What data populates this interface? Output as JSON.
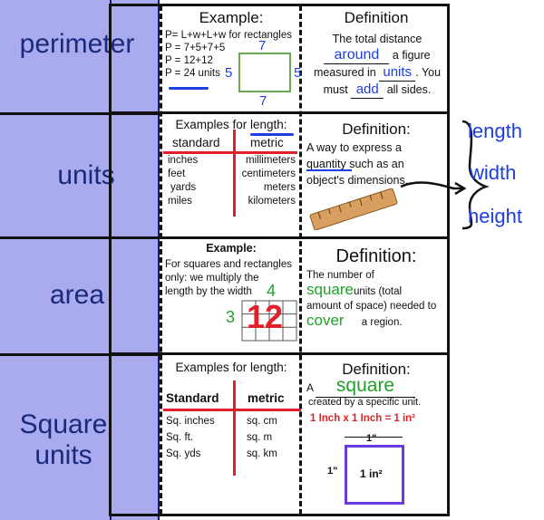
{
  "terms": [
    "perimeter",
    "units",
    "area",
    "Square units"
  ],
  "perimeter": {
    "example_title": "Example:",
    "formula_lines": [
      "P= L+w+L+w for rectangles",
      "P = 7+5+7+5",
      "P = 12+12",
      "P = 24 units"
    ],
    "rect_labels": {
      "top": "7",
      "bottom": "7",
      "left": "5",
      "right": "5"
    },
    "definition_title": "Definition",
    "definition_parts": [
      "The total distance",
      "a figure",
      "measured in",
      ". You",
      "must",
      "all sides."
    ],
    "hand_words": [
      "around",
      "units",
      "add"
    ]
  },
  "units": {
    "example_title": "Examples for length:",
    "headers": [
      "standard",
      "metric"
    ],
    "standard": [
      "inches",
      "feet",
      "yards",
      "miles"
    ],
    "metric": [
      "millimeters",
      "centimeters",
      "meters",
      "kilometers"
    ],
    "definition_title": "Definition:",
    "definition_lines": [
      "A way to express a",
      "quantity such as an",
      "object's dimensions."
    ],
    "margin_words": [
      "length",
      "width",
      "height"
    ]
  },
  "area": {
    "example_title": "Example:",
    "example_lines": [
      "For squares and rectangles",
      "only: we multiply the",
      "length by the width"
    ],
    "grid_labels": {
      "top": "4",
      "left": "3",
      "center": "12"
    },
    "definition_title": "Definition:",
    "definition_parts": [
      "The number of",
      "units (total",
      "amount of space) needed to",
      "a region."
    ],
    "hand_words": [
      "square",
      "cover"
    ]
  },
  "square_units": {
    "example_title": "Examples for length:",
    "headers": [
      "Standard",
      "metric"
    ],
    "standard": [
      "Sq. inches",
      "Sq. ft.",
      "Sq. yds"
    ],
    "metric": [
      "sq. cm",
      "sq. m",
      "sq. km"
    ],
    "definition_title": "Definition:",
    "definition_prefix": "A",
    "hand_word": "square",
    "definition_rest": "created by a specific unit.",
    "formula": "1 Inch x 1 Inch = 1 in²",
    "box_top": "1\"",
    "box_side": "1\"",
    "box_center": "1 in²"
  },
  "colors": {
    "blue_ink": "#1e3ee0",
    "green_ink": "#22a02a",
    "red_ink": "#e0202a",
    "band": "#aaaaee"
  }
}
